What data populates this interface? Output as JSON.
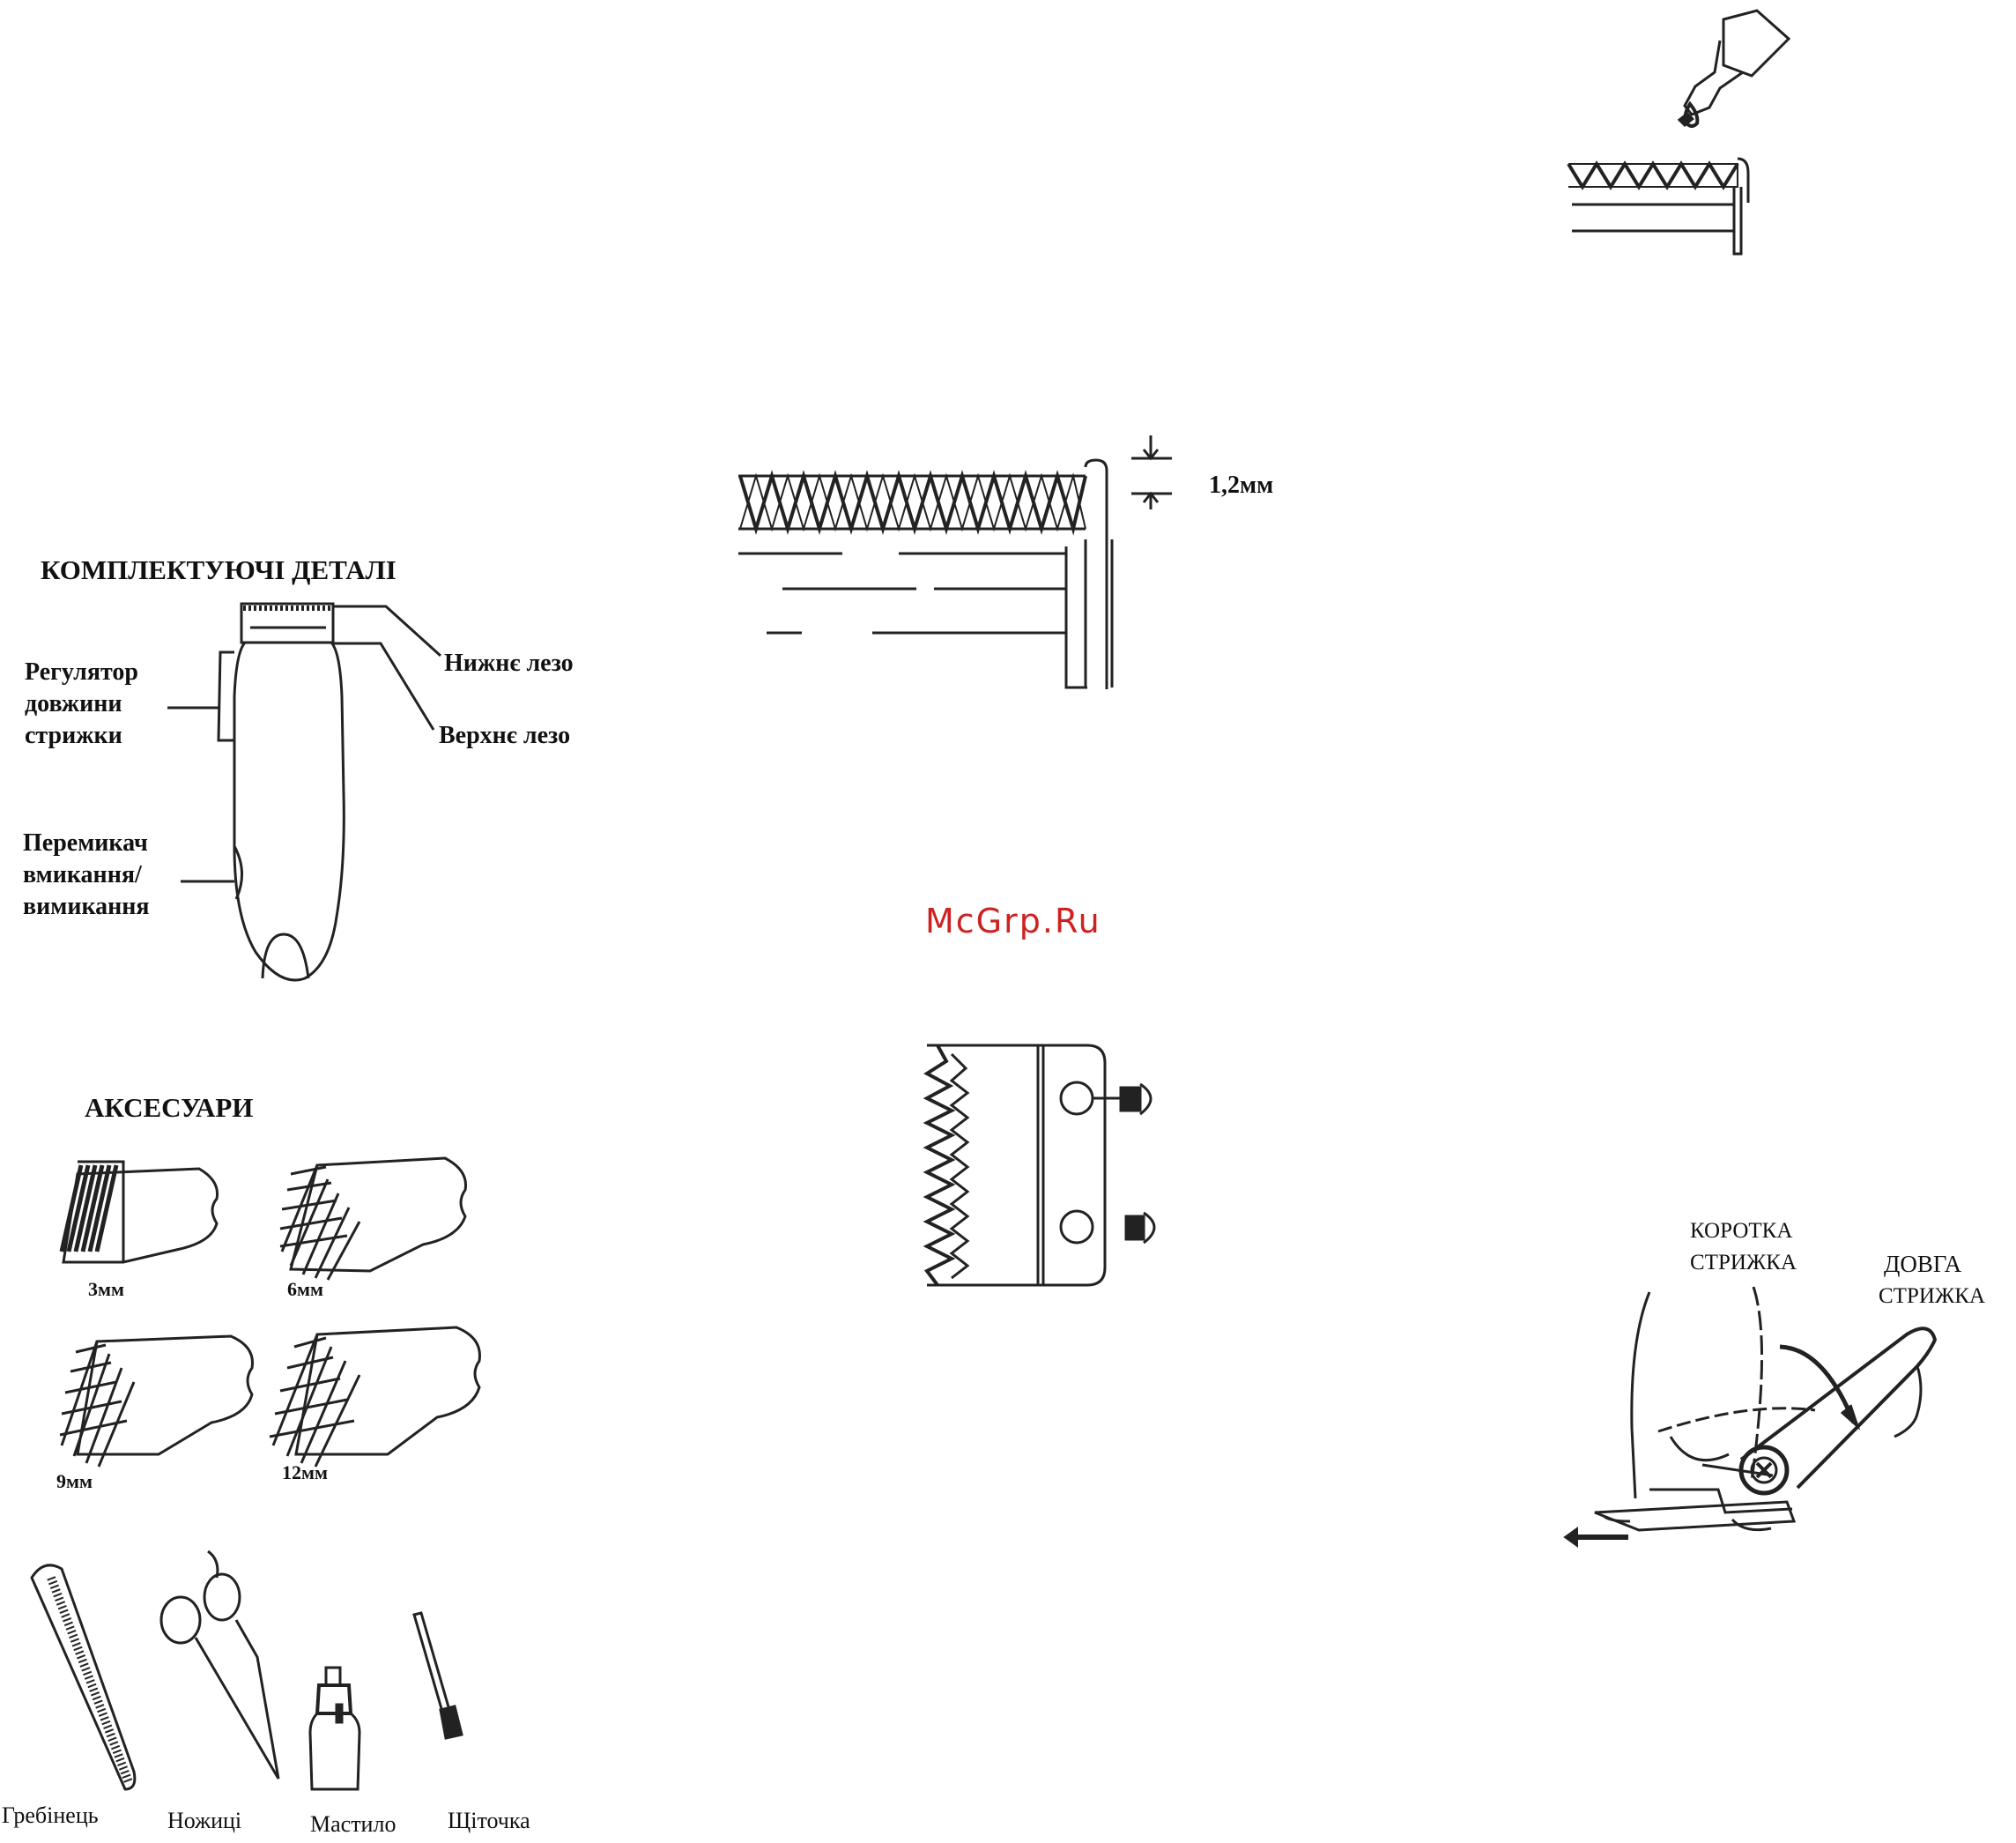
{
  "parts": {
    "title": "КОМПЛЕКТУЮЧІ ДЕТАЛІ",
    "length_adjuster": [
      "Регулятор",
      "довжини",
      "стрижки"
    ],
    "power_switch": [
      "Перемикач",
      "вмикання/",
      "вимикання"
    ],
    "lower_blade": "Нижнє лезо",
    "upper_blade": "Верхнє лезо"
  },
  "accessories": {
    "title": "АКСЕСУАРИ",
    "guides": [
      "3мм",
      "6мм",
      "9мм",
      "12мм"
    ],
    "items": [
      "Гребінець",
      "Ножиці",
      "Мастило",
      "Щіточка"
    ]
  },
  "blade_alignment": {
    "gap": "1,2мм"
  },
  "length_lever": {
    "short": [
      "КОРОТКА",
      "СТРИЖКА"
    ],
    "long": [
      "ДОВГА",
      "СТРИЖКА"
    ]
  },
  "watermark": {
    "text": "McGrp.Ru",
    "color": "#cc2222"
  }
}
